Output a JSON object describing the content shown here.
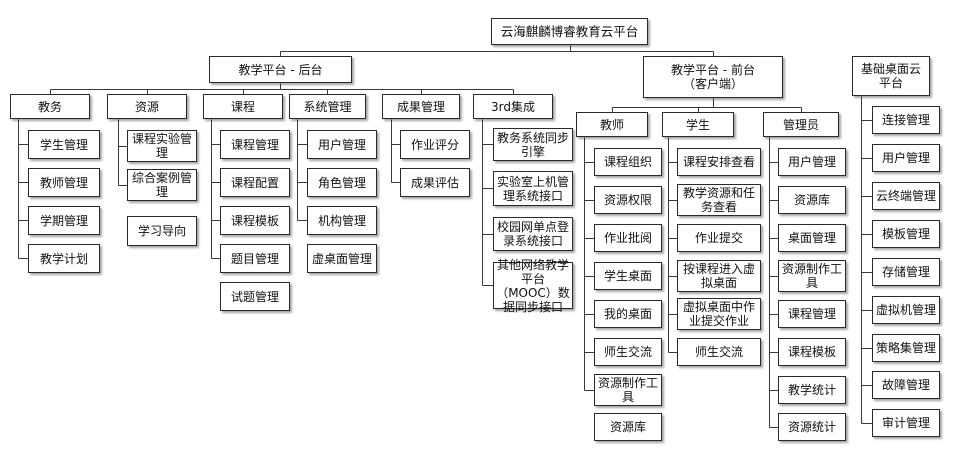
{
  "root": "云海麒麟博睿教育云平台",
  "backend": {
    "title": "教学平台 - 后台",
    "groups": {
      "jiaowu": {
        "title": "教务",
        "items": [
          "学生管理",
          "教师管理",
          "学期管理",
          "教学计划"
        ]
      },
      "ziyuan": {
        "title": "资源",
        "items": [
          "课程实验管理",
          "综合案例管理",
          "学习导向"
        ]
      },
      "kecheng": {
        "title": "课程",
        "items": [
          "课程管理",
          "课程配置",
          "课程模板",
          "题目管理",
          "试题管理"
        ]
      },
      "xitong": {
        "title": "系统管理",
        "items": [
          "用户管理",
          "角色管理",
          "机构管理",
          "虚桌面管理"
        ]
      },
      "chengguo": {
        "title": "成果管理",
        "items": [
          "作业评分",
          "成果评估"
        ]
      },
      "integration": {
        "title": "3rd集成",
        "items": [
          "教务系统同步引擎",
          "实验室上机管理系统接口",
          "校园网单点登录系统接口",
          "其他网络教学平台（MOOC）数据同步接口"
        ]
      }
    }
  },
  "frontend": {
    "title": "教学平台 - 前台\n（客户端）",
    "groups": {
      "teacher": {
        "title": "教师",
        "items": [
          "课程组织",
          "资源权限",
          "作业批阅",
          "学生桌面",
          "我的桌面",
          "师生交流",
          "资源制作工具",
          "资源库"
        ]
      },
      "student": {
        "title": "学生",
        "items": [
          "课程安排查看",
          "教学资源和任务查看",
          "作业提交",
          "按课程进入虚拟桌面",
          "虚拟桌面中作业提交作业",
          "师生交流"
        ]
      },
      "admin": {
        "title": "管理员",
        "items": [
          "用户管理",
          "资源库",
          "桌面管理",
          "资源制作工具",
          "课程管理",
          "课程模板",
          "教学统计",
          "资源统计"
        ]
      }
    }
  },
  "desktop_cloud": {
    "title": "基础桌面云\n平台",
    "items": [
      "连接管理",
      "用户管理",
      "云终端管理",
      "模板管理",
      "存储管理",
      "虚拟机管理",
      "策略集管理",
      "故障管理",
      "审计管理"
    ]
  }
}
